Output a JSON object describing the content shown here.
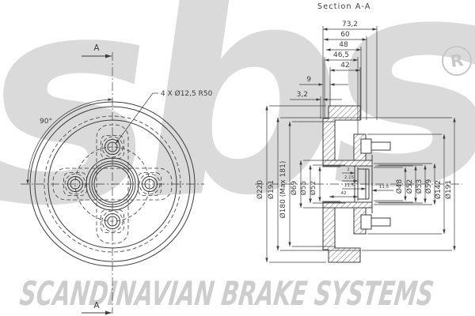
{
  "title": "Section A-A",
  "brand": {
    "logo": "sbs",
    "registered": "R",
    "footer": "SCANDINAVIAN BRAKE SYSTEMS"
  },
  "front_view": {
    "marker_top": "A",
    "marker_bottom": "A",
    "angle": "90°",
    "holes_note": "4 X Ø12,5 R50"
  },
  "section": {
    "widths": {
      "w1": "73,2",
      "w2": "60",
      "w3": "48",
      "w4": "46,5",
      "w5": "42"
    },
    "offsets": {
      "o1": "9",
      "o2": "3,2"
    },
    "left_dias": {
      "d220": "Ø220",
      "d191": "Ø191",
      "d180": "Ø180 (Max 181)",
      "d69": "Ø69",
      "d55": "Ø55",
      "d52": "Ø52"
    },
    "right_dias": {
      "d48": "Ø48",
      "d52": "Ø52",
      "d53": "Ø53",
      "d59": "Ø59",
      "d142": "Ø142",
      "d191": "Ø191"
    },
    "hub": {
      "h1": "2",
      "h2": "2,15",
      "h3": "11,5",
      "h4": "42",
      "h5": "11,5"
    }
  },
  "colors": {
    "line": "#3c3c3c",
    "watermark": "#d9d9d9",
    "footer_gray": "#cdcdcd"
  }
}
